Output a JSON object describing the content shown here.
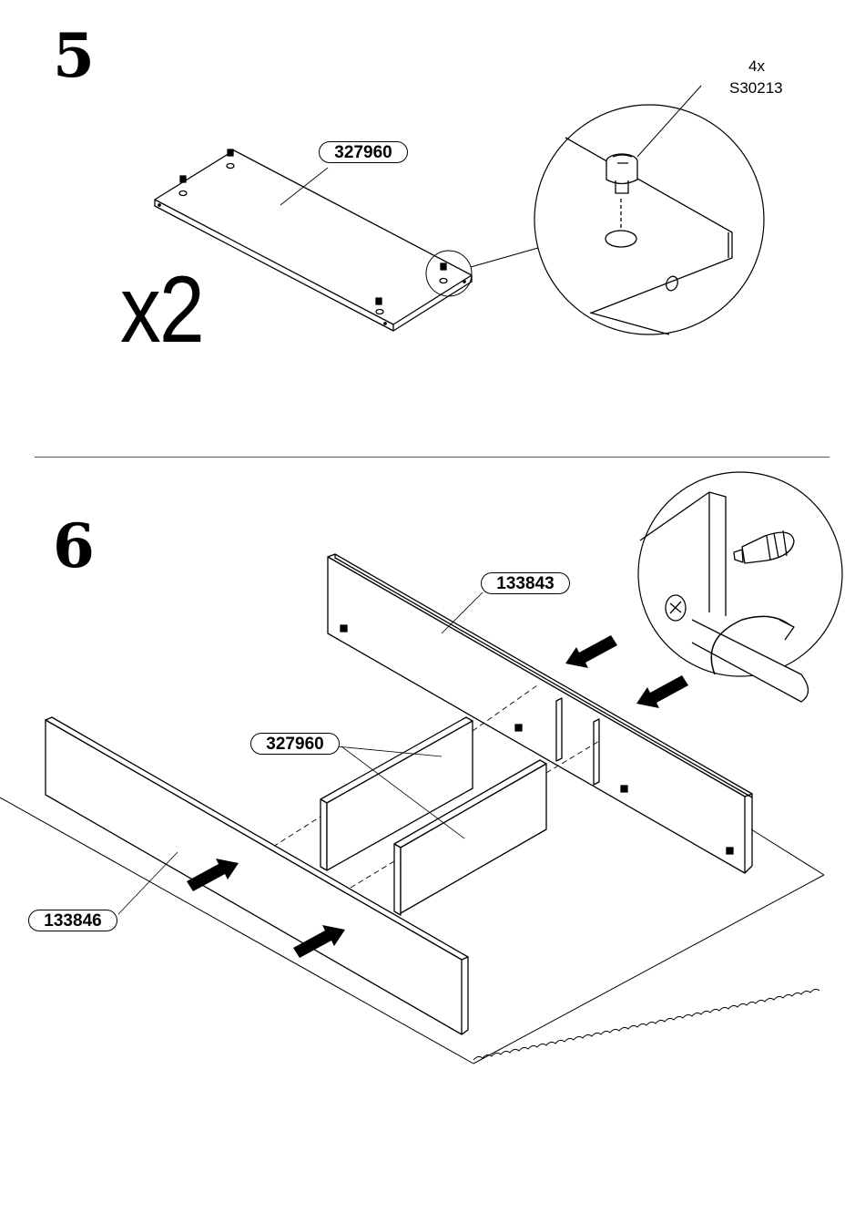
{
  "step5": {
    "number": "5",
    "part_label": "327960",
    "quantity": "x2",
    "hardware_count": "4x",
    "hardware_code": "S30213"
  },
  "step6": {
    "number": "6",
    "labels": {
      "back_panel": "133843",
      "divider_panels": "327960",
      "front_panel": "133846"
    }
  },
  "icons": [
    "cam-lock-icon",
    "screwdriver-icon",
    "rotate-arrow-icon",
    "push-arrow-icon"
  ]
}
